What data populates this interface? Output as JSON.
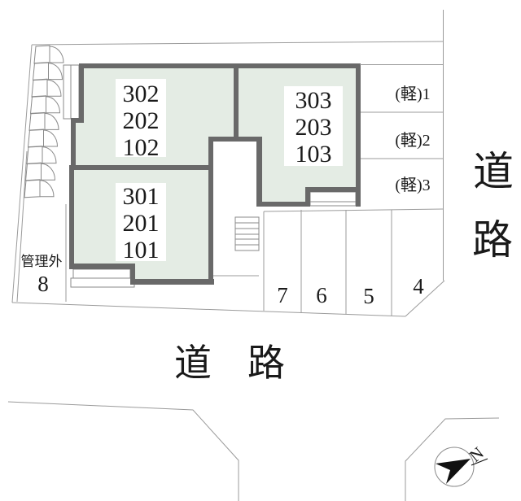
{
  "site_plan": {
    "colors": {
      "room_fill": "#e4ece4",
      "wall": "#696969",
      "boundary_line": "#9b9b9b",
      "text": "#1a1a1a",
      "compass_arrow": "#111111"
    },
    "rooms": [
      {
        "id": "unit-stack-302",
        "lines": [
          "302",
          "202",
          "102"
        ]
      },
      {
        "id": "unit-stack-303",
        "lines": [
          "303",
          "203",
          "103"
        ]
      },
      {
        "id": "unit-stack-301",
        "lines": [
          "301",
          "201",
          "101"
        ]
      }
    ],
    "parking": {
      "kei": [
        "(軽)1",
        "(軽)2",
        "(軽)3"
      ],
      "numbered": [
        "4",
        "5",
        "6",
        "7"
      ],
      "management": {
        "label": "管理外",
        "number": "8"
      }
    },
    "roads": {
      "right": [
        "道",
        "路"
      ],
      "bottom": [
        "道",
        "路"
      ]
    },
    "compass": {
      "north": "N"
    }
  }
}
